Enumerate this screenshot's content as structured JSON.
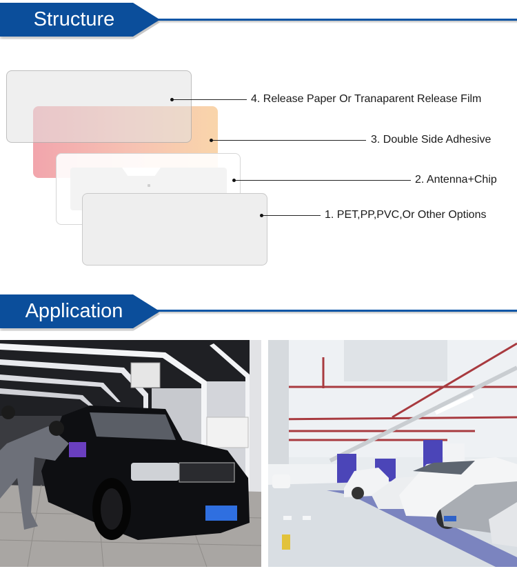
{
  "sections": {
    "structure": {
      "title": "Structure"
    },
    "application": {
      "title": "Application"
    }
  },
  "structure_layers": [
    {
      "number": 4,
      "label": "4. Release Paper Or Tranaparent Release Film",
      "color": "#e1e1e1"
    },
    {
      "number": 3,
      "label": "3. Double Side Adhesive",
      "color_start": "#f1a0a8",
      "color_end": "#f9d3a6"
    },
    {
      "number": 2,
      "label": "2. Antenna+Chip",
      "color": "#ffffff"
    },
    {
      "number": 1,
      "label": "1. PET,PP,PVC,Or Other Options",
      "color": "#eeeeee"
    }
  ],
  "application_photos": [
    {
      "id": "car-wash",
      "description": "Worker cleaning black SUV in car wash bay with RFID reader overhead"
    },
    {
      "id": "parking",
      "description": "Underground parking garage with parked cars"
    }
  ],
  "colors": {
    "banner_blue": "#0b4e9b",
    "rule_blue": "#0d56a6"
  }
}
